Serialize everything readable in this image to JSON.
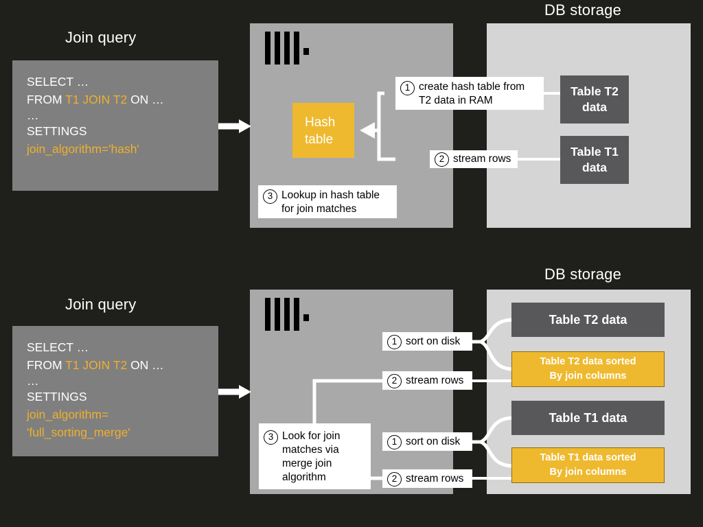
{
  "diagram": {
    "title_hash": "Join query",
    "title_merge": "Join query",
    "storage_label_top": "DB storage",
    "storage_label_bottom": "DB storage",
    "colors": {
      "background": "#1f201c",
      "engine_panel": "#a9a9a9",
      "storage_panel": "#d5d5d5",
      "query_box": "#7f7f7f",
      "accent_amber": "#eeb92e",
      "table_dark": "#58585a",
      "text_light": "#ffffff"
    }
  },
  "hash_section": {
    "heading": "Join query",
    "query": {
      "line1": "SELECT …",
      "line2_pre": "FROM ",
      "line2_accent": "T1 JOIN T2",
      "line2_post": " ON …",
      "line3": "…",
      "line4": "SETTINGS",
      "line5_accent": "join_algorithm='hash'"
    },
    "engine": {
      "logo": "clickhouse-logo",
      "hash_table_line1": "Hash",
      "hash_table_line2": "table"
    },
    "callouts": [
      {
        "num": "1",
        "text": "create hash table from\nT2 data in RAM"
      },
      {
        "num": "2",
        "text": "stream rows"
      },
      {
        "num": "3",
        "text": "Lookup in hash table\nfor join matches"
      }
    ],
    "storage": {
      "label": "DB storage",
      "tables": [
        {
          "line1": "Table T2",
          "line2": "data",
          "kind": "dark"
        },
        {
          "line1": "Table T1",
          "line2": "data",
          "kind": "dark"
        }
      ]
    }
  },
  "merge_section": {
    "heading": "Join query",
    "query": {
      "line1": "SELECT …",
      "line2_pre": "FROM ",
      "line2_accent": "T1 JOIN T2",
      "line2_post": " ON …",
      "line3": "…",
      "line4": "SETTINGS",
      "line5_accent": "join_algorithm=",
      "line6_accent": "'full_sorting_merge'"
    },
    "engine": {
      "logo": "clickhouse-logo"
    },
    "callouts": [
      {
        "num": "1",
        "text": "sort on disk"
      },
      {
        "num": "2",
        "text": "stream rows"
      },
      {
        "num": "3",
        "text": "Look for join\nmatches via\nmerge join\nalgorithm"
      },
      {
        "num": "1",
        "text": "sort on disk"
      },
      {
        "num": "2",
        "text": "stream rows"
      }
    ],
    "storage": {
      "label": "DB storage",
      "tables": [
        {
          "text": "Table T2 data",
          "kind": "dark"
        },
        {
          "line1": "Table T2 data sorted",
          "line2": "By join columns",
          "kind": "amber"
        },
        {
          "text": "Table T1 data",
          "kind": "dark"
        },
        {
          "line1": "Table T1 data sorted",
          "line2": "By join columns",
          "kind": "amber"
        }
      ]
    }
  }
}
